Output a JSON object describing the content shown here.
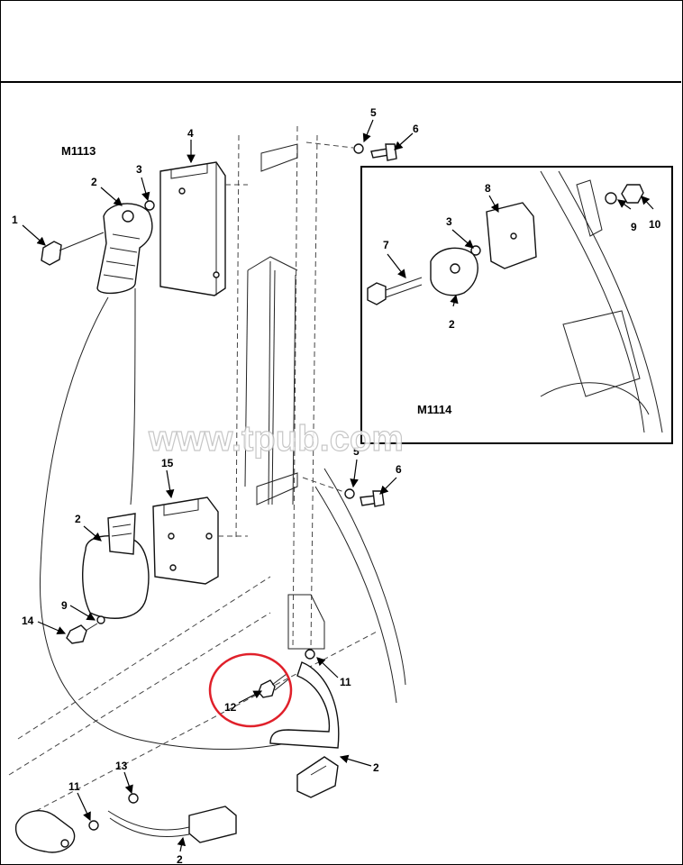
{
  "models": {
    "main": "M1113",
    "inset": "M1114"
  },
  "watermark": "www.tpub.com",
  "callouts": {
    "c1": "1",
    "c2a": "2",
    "c3a": "3",
    "c4": "4",
    "c5a": "5",
    "c6a": "6",
    "c7": "7",
    "c8": "8",
    "c3b": "3",
    "c9a": "9",
    "c10": "10",
    "c2b": "2",
    "c15": "15",
    "c5b": "5",
    "c6b": "6",
    "c2c": "2",
    "c9b": "9",
    "c14": "14",
    "c11a": "11",
    "c12": "12",
    "c2d": "2",
    "c13": "13",
    "c11b": "11",
    "c2e": "2"
  },
  "highlight_color": "#e0202a"
}
